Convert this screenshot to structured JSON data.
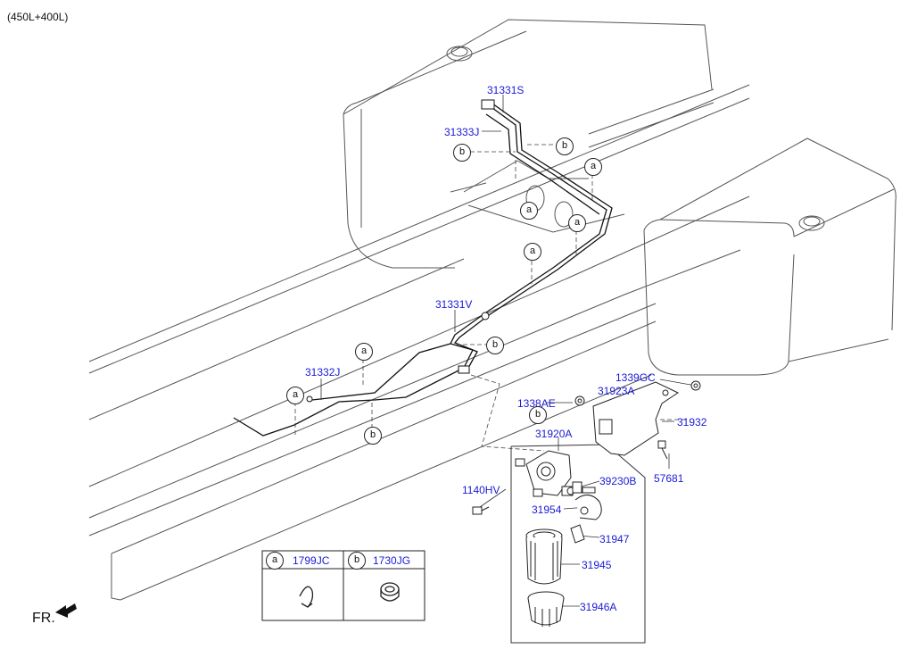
{
  "header": "(450L+400L)",
  "front_marker": "FR.",
  "part_labels": {
    "p31331S": "31331S",
    "p31333J": "31333J",
    "p31331V": "31331V",
    "p31332J": "31332J",
    "p1339GC": "1339GC",
    "p31923A": "31923A",
    "p31932": "31932",
    "p1338AE": "1338AE",
    "p31920A": "31920A",
    "p57681": "57681",
    "p39230B": "39230B",
    "p1140HV": "1140HV",
    "p31954": "31954",
    "p31947": "31947",
    "p31945": "31945",
    "p31946A": "31946A"
  },
  "callout_letters": {
    "a": "a",
    "b": "b"
  },
  "legend": {
    "a": {
      "letter": "a",
      "part": "1799JC"
    },
    "b": {
      "letter": "b",
      "part": "1730JG"
    }
  },
  "colors": {
    "label": "#1a1ad6",
    "line": "#111111",
    "outline": "#444444"
  }
}
